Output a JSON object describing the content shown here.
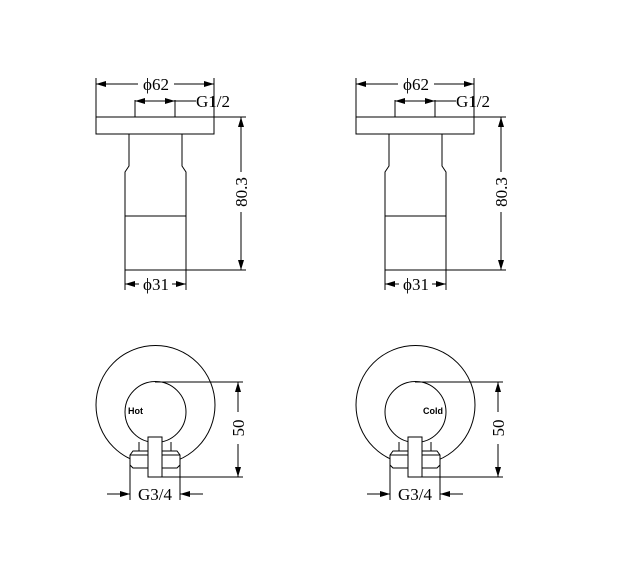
{
  "views": [
    {
      "side_view": {
        "flange_diameter": "ϕ62",
        "thread": "G1/2",
        "height": "80.3",
        "body_diameter": "ϕ31"
      },
      "front_view": {
        "label": "Hot",
        "height": "50",
        "thread": "G3/4"
      }
    },
    {
      "side_view": {
        "flange_diameter": "ϕ62",
        "thread": "G1/2",
        "height": "80.3",
        "body_diameter": "ϕ31"
      },
      "front_view": {
        "label": "Cold",
        "height": "50",
        "thread": "G3/4"
      }
    }
  ],
  "colors": {
    "line": "#000000",
    "background": "#ffffff"
  }
}
